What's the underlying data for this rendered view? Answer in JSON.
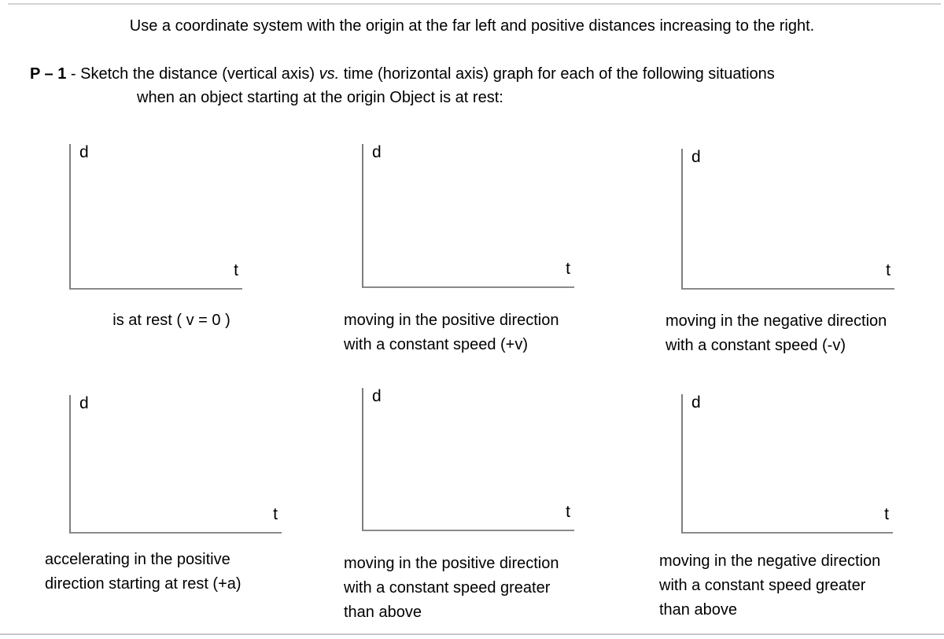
{
  "page": {
    "instruction": "Use a coordinate system with the origin at the far left and positive distances increasing to the right.",
    "problem": {
      "label": "P – 1",
      "separator": " - ",
      "text_before_vs": "Sketch the distance (vertical axis) ",
      "vs": "vs.",
      "text_after_vs": " time (horizontal axis) graph for each of the following situations",
      "line2": "when an object starting at the origin Object is at rest:"
    }
  },
  "graphs": [
    {
      "y_label": "d",
      "x_label": "t",
      "caption_lines": [
        "is at rest ( v = 0 )"
      ]
    },
    {
      "y_label": "d",
      "x_label": "t",
      "caption_lines": [
        "moving in the positive direction",
        "with a constant speed (+v)"
      ]
    },
    {
      "y_label": "d",
      "x_label": "t",
      "caption_lines": [
        "moving in the negative direction",
        "with a constant speed (-v)"
      ]
    },
    {
      "y_label": "d",
      "x_label": "t",
      "caption_lines": [
        "accelerating in the positive",
        "direction starting at rest (+a)"
      ]
    },
    {
      "y_label": "d",
      "x_label": "t",
      "caption_lines": [
        "moving in the positive direction",
        "with a constant speed greater",
        "than above"
      ]
    },
    {
      "y_label": "d",
      "x_label": "t",
      "caption_lines": [
        "moving in the negative direction",
        "with a constant speed greater",
        "than above"
      ]
    }
  ],
  "colors": {
    "axis": "#848484",
    "page_rule": "#c9c9ce",
    "text": "#000000",
    "background": "#ffffff"
  }
}
